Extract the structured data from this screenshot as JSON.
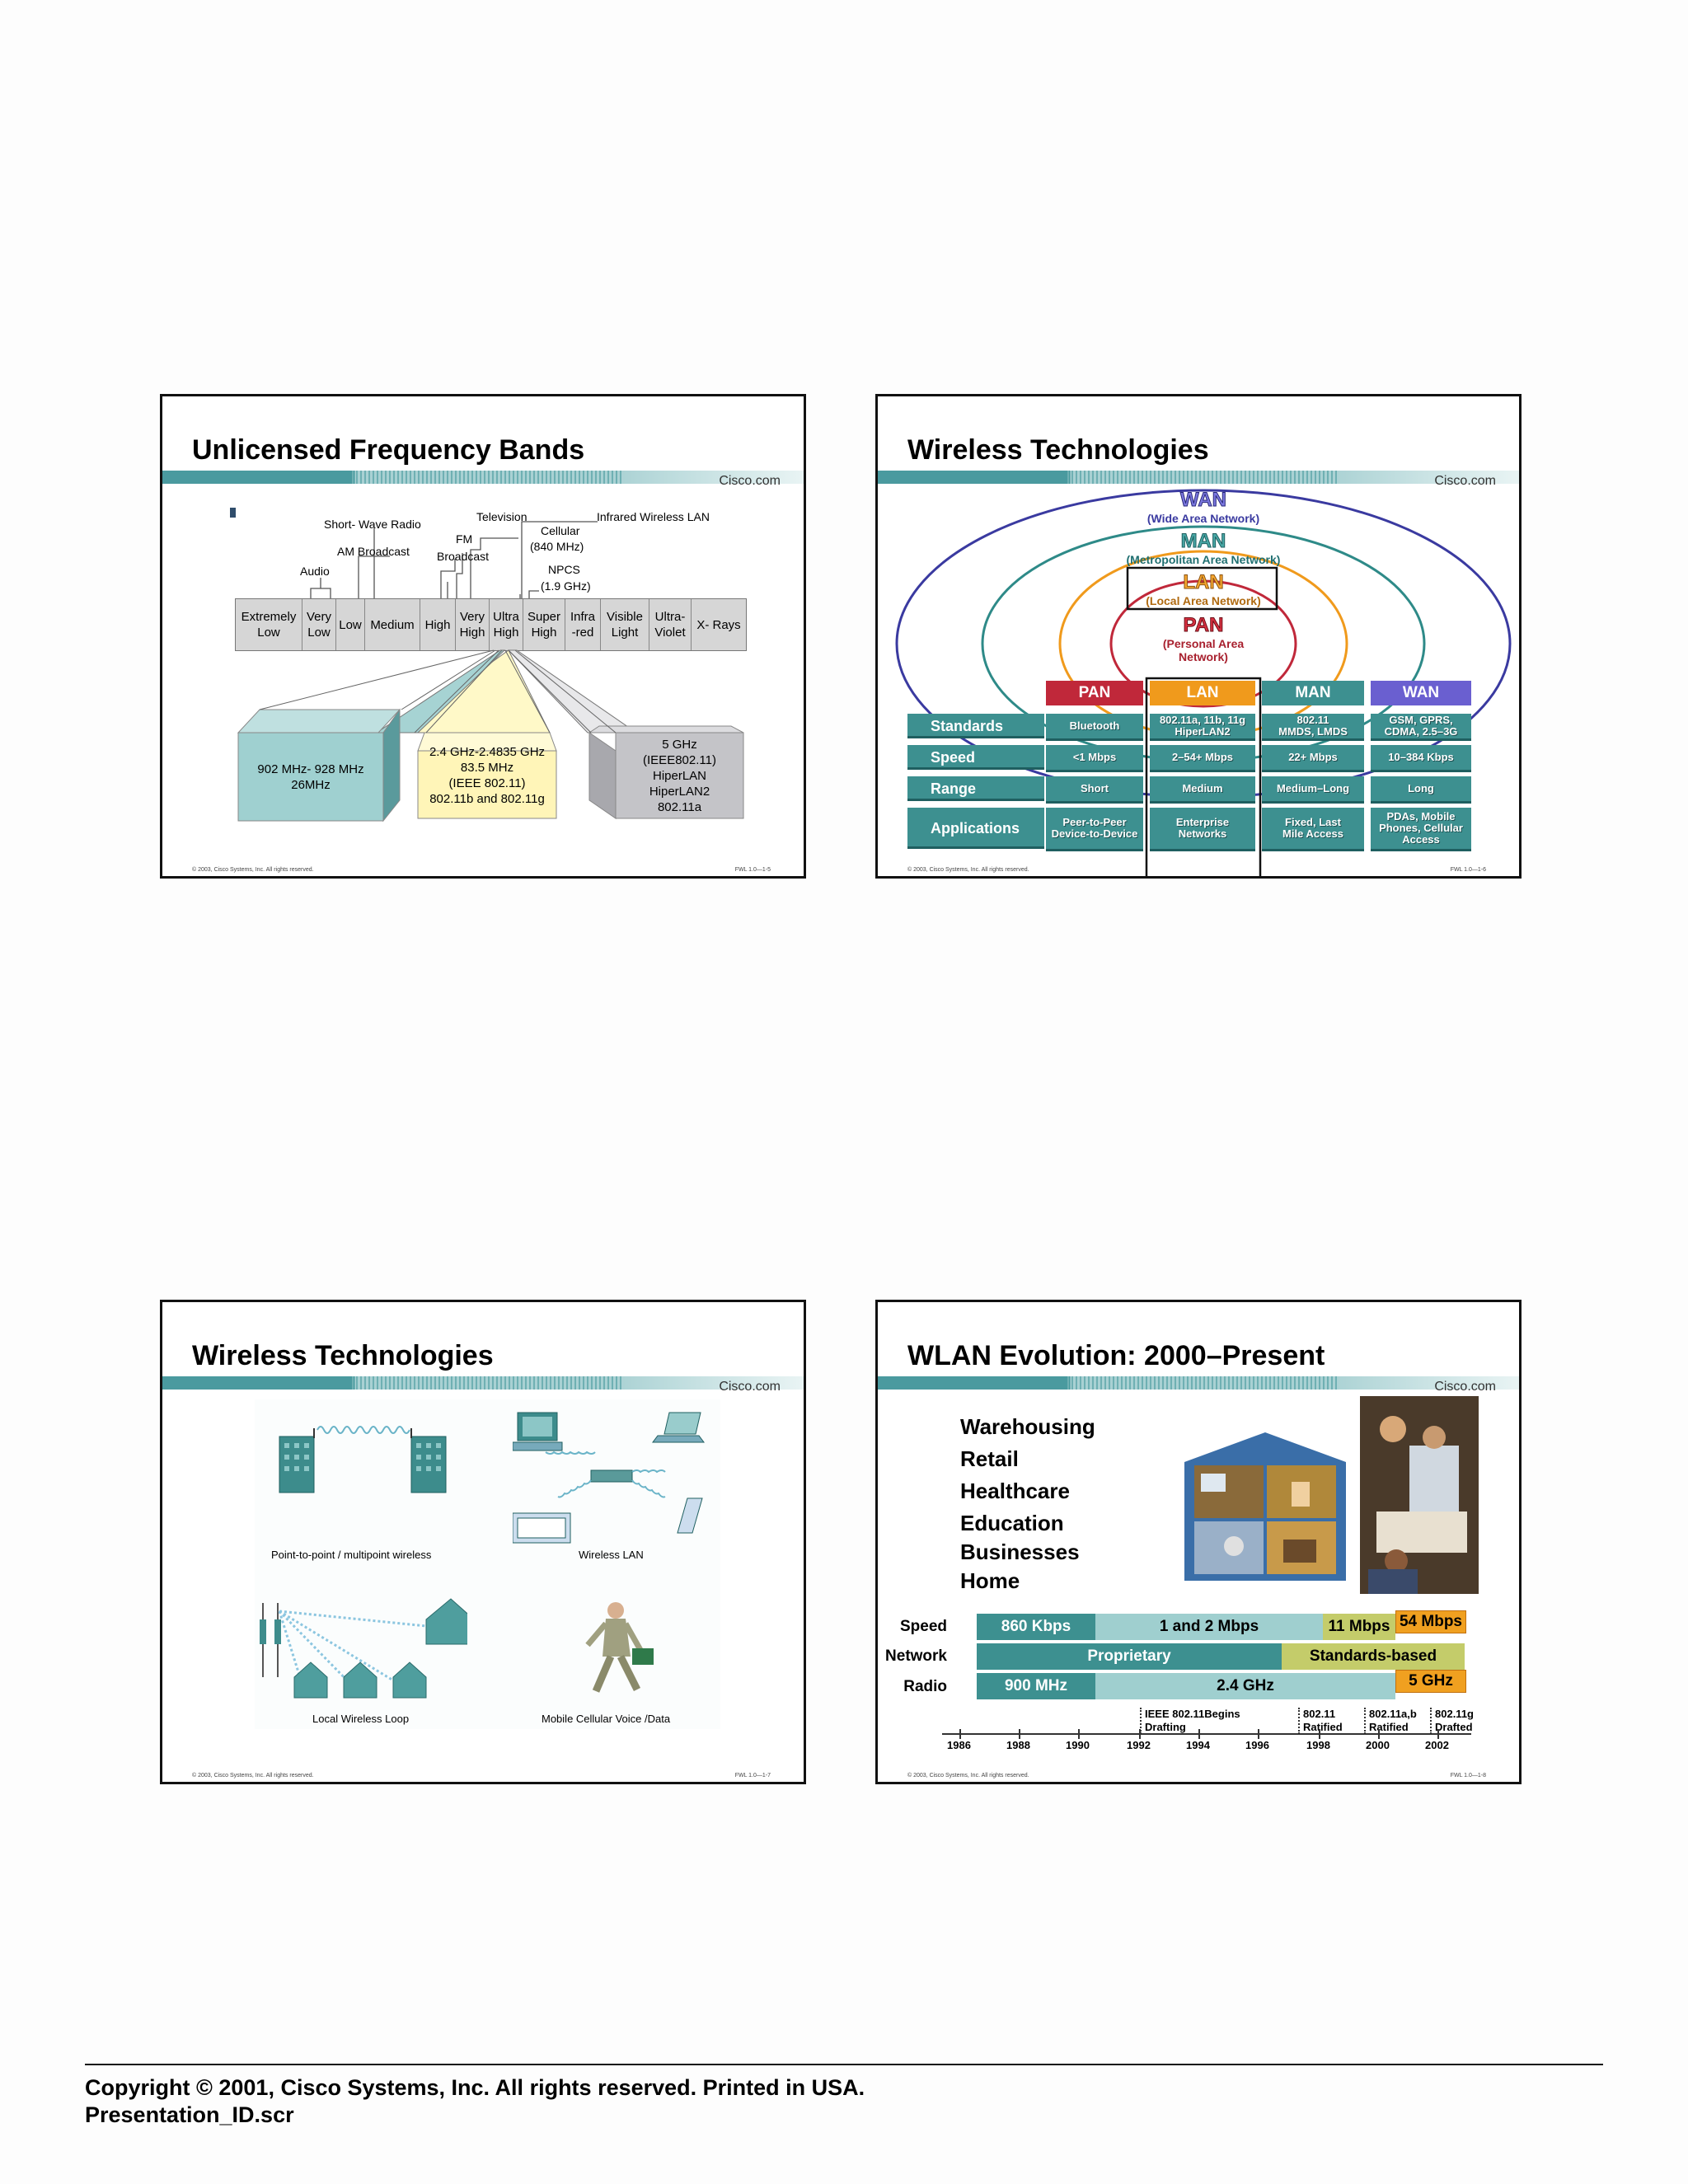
{
  "brand": "Cisco.com",
  "slide1": {
    "title": "Unlicensed Frequency Bands",
    "labels": {
      "shortwave": "Short- Wave Radio",
      "television": "Television",
      "infrared": "Infrared Wireless LAN",
      "fm": "FM",
      "cellular": "Cellular",
      "cellular_freq": "(840 MHz)",
      "am": "AM Broadcast",
      "broadcast": "Broadcast",
      "audio": "Audio",
      "npcs": "NPCS",
      "npcs_freq": "(1.9 GHz)"
    },
    "spectrum": [
      {
        "l1": "Extremely",
        "l2": "Low"
      },
      {
        "l1": "Very",
        "l2": "Low"
      },
      {
        "l1": "Low",
        "l2": ""
      },
      {
        "l1": "Medium",
        "l2": ""
      },
      {
        "l1": "High",
        "l2": ""
      },
      {
        "l1": "Very",
        "l2": "High"
      },
      {
        "l1": "Ultra",
        "l2": "High"
      },
      {
        "l1": "Super",
        "l2": "High"
      },
      {
        "l1": "Infra",
        "l2": "-red"
      },
      {
        "l1": "Visible",
        "l2": "Light"
      },
      {
        "l1": "Ultra-",
        "l2": "Violet"
      },
      {
        "l1": "X- Rays",
        "l2": ""
      }
    ],
    "band1": {
      "l1": "902 MHz- 928 MHz",
      "l2": "26MHz"
    },
    "band2": {
      "l1": "2.4 GHz-2.4835 GHz",
      "l2": "83.5 MHz",
      "l3": "(IEEE 802.11)",
      "l4": "802.11b and 802.11g"
    },
    "band3": {
      "l1": "5 GHz",
      "l2": "(IEEE802.11)",
      "l3": "HiperLAN",
      "l4": "HiperLAN2",
      "l5": "802.11a"
    },
    "footer_left": "© 2003, Cisco Systems, Inc. All rights reserved.",
    "footer_right": "FWL 1.0—1-5"
  },
  "slide2": {
    "title": "Wireless Technologies",
    "rings": {
      "wan": "WAN",
      "wan_sub": "(Wide Area Network)",
      "man": "MAN",
      "man_sub": "(Metropolitan Area Network)",
      "lan": "LAN",
      "lan_sub": "(Local Area Network)",
      "pan": "PAN",
      "pan_sub1": "(Personal Area",
      "pan_sub2": "Network)"
    },
    "headers": [
      "PAN",
      "LAN",
      "MAN",
      "WAN"
    ],
    "header_colors": [
      "#c0283a",
      "#f09a1c",
      "#3d9090",
      "#6a5fd0"
    ],
    "rows": [
      {
        "label": "Standards",
        "cells": [
          [
            "Bluetooth",
            ""
          ],
          [
            "802.11a, 11b, 11g",
            "HiperLAN2"
          ],
          [
            "802.11",
            "MMDS, LMDS"
          ],
          [
            "GSM, GPRS,",
            "CDMA, 2.5–3G"
          ]
        ]
      },
      {
        "label": "Speed",
        "cells": [
          [
            "<1 Mbps",
            ""
          ],
          [
            "2–54+ Mbps",
            ""
          ],
          [
            "22+ Mbps",
            ""
          ],
          [
            "10–384 Kbps",
            ""
          ]
        ]
      },
      {
        "label": "Range",
        "cells": [
          [
            "Short",
            ""
          ],
          [
            "Medium",
            ""
          ],
          [
            "Medium–Long",
            ""
          ],
          [
            "Long",
            ""
          ]
        ]
      },
      {
        "label": "Applications",
        "cells": [
          [
            "Peer-to-Peer",
            "Device-to-Device"
          ],
          [
            "Enterprise",
            "Networks"
          ],
          [
            "Fixed, Last",
            "Mile Access"
          ],
          [
            "PDAs, Mobile",
            "Phones, Cellular",
            "Access"
          ]
        ]
      }
    ],
    "footer_left": "© 2003, Cisco Systems, Inc. All rights reserved.",
    "footer_right": "FWL 1.0—1-6"
  },
  "slide3": {
    "title": "Wireless Technologies",
    "captions": {
      "p2p": "Point-to-point / multipoint wireless",
      "wlan": "Wireless LAN",
      "loop": "Local Wireless Loop",
      "mobile": "Mobile Cellular Voice /Data"
    },
    "footer_left": "© 2003, Cisco Systems, Inc. All rights reserved.",
    "footer_right": "FWL 1.0—1-7"
  },
  "slide4": {
    "title": "WLAN Evolution: 2000–Present",
    "applications": [
      "Warehousing",
      "Retail",
      "Healthcare",
      "Education",
      "Businesses",
      "Home"
    ],
    "row_labels": {
      "speed": "Speed",
      "network": "Network",
      "radio": "Radio"
    },
    "speed": [
      "860 Kbps",
      "1 and 2 Mbps",
      "11 Mbps",
      "54 Mbps"
    ],
    "network": [
      "Proprietary",
      "Standards-based"
    ],
    "radio": [
      "900 MHz",
      "2.4 GHz",
      "5 GHz"
    ],
    "milestones": [
      {
        "l1": "IEEE 802.11Begins",
        "l2": "Drafting"
      },
      {
        "l1": "802.11",
        "l2": "Ratified"
      },
      {
        "l1": "802.11a,b",
        "l2": "Ratified"
      },
      {
        "l1": "802.11g",
        "l2": "Drafted"
      }
    ],
    "years": [
      "1986",
      "1988",
      "1990",
      "1992",
      "1994",
      "1996",
      "1998",
      "2000",
      "2002"
    ],
    "footer_left": "© 2003, Cisco Systems, Inc. All rights reserved.",
    "footer_right": "FWL 1.0—1-8"
  },
  "copyright": "Copyright © 2001, Cisco Systems, Inc. All rights reserved. Printed in USA.",
  "presentation_id": "Presentation_ID.scr"
}
